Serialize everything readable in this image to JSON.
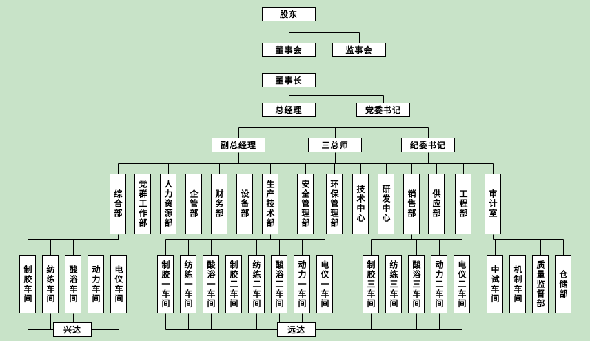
{
  "colors": {
    "background": "#c8e3c8",
    "box_fill": "#ffffff",
    "box_border": "#000000",
    "line": "#000000",
    "text": "#000000"
  },
  "chart": {
    "type": "org-chart",
    "top_nodes": [
      {
        "label": "股东"
      },
      {
        "label": "董事会"
      },
      {
        "label": "监事会"
      },
      {
        "label": "董事长"
      },
      {
        "label": "总经理"
      },
      {
        "label": "党委书记"
      },
      {
        "label": "副总经理"
      },
      {
        "label": "三总师"
      },
      {
        "label": "纪委书记"
      }
    ],
    "departments": [
      "综合部",
      "党群工作部",
      "人力资源部",
      "企管部",
      "财务部",
      "设备部",
      "生产技术部",
      "安全管理部",
      "环保管理部",
      "技术中心",
      "研发中心",
      "销售部",
      "供应部",
      "工程部",
      "审计室"
    ],
    "workshop_groups": [
      {
        "items": [
          "制胶车间",
          "纺练车间",
          "酸浴车间",
          "动力车间",
          "电仪车间"
        ]
      },
      {
        "items": [
          "制胶一车间",
          "纺练一车间",
          "酸浴一车间",
          "制胶二车间",
          "纺练二车间",
          "酸浴二车间",
          "动力一车间",
          "电仪一车间"
        ]
      },
      {
        "items": [
          "制胶三车间",
          "纺练三车间",
          "酸浴三车间",
          "动力二车间",
          "电仪二车间"
        ]
      },
      {
        "items": [
          "中试车间",
          "机制车间",
          "质量监督部",
          "仓储部"
        ]
      }
    ],
    "companies": [
      {
        "label": "兴达"
      },
      {
        "label": "远达"
      }
    ]
  }
}
